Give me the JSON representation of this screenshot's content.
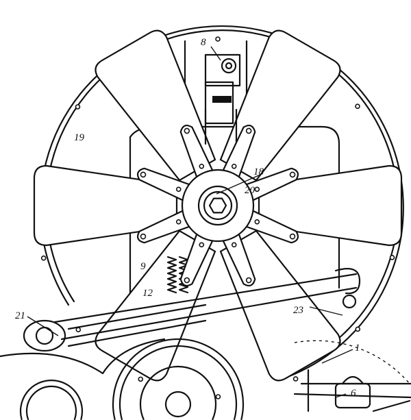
{
  "figure": {
    "labels": {
      "l8": "8",
      "l19": "19",
      "l18": "18",
      "l20": "20",
      "l9": "9",
      "l12": "12",
      "l21": "21",
      "l23": "23",
      "l1": "1",
      "l6": "6"
    }
  }
}
